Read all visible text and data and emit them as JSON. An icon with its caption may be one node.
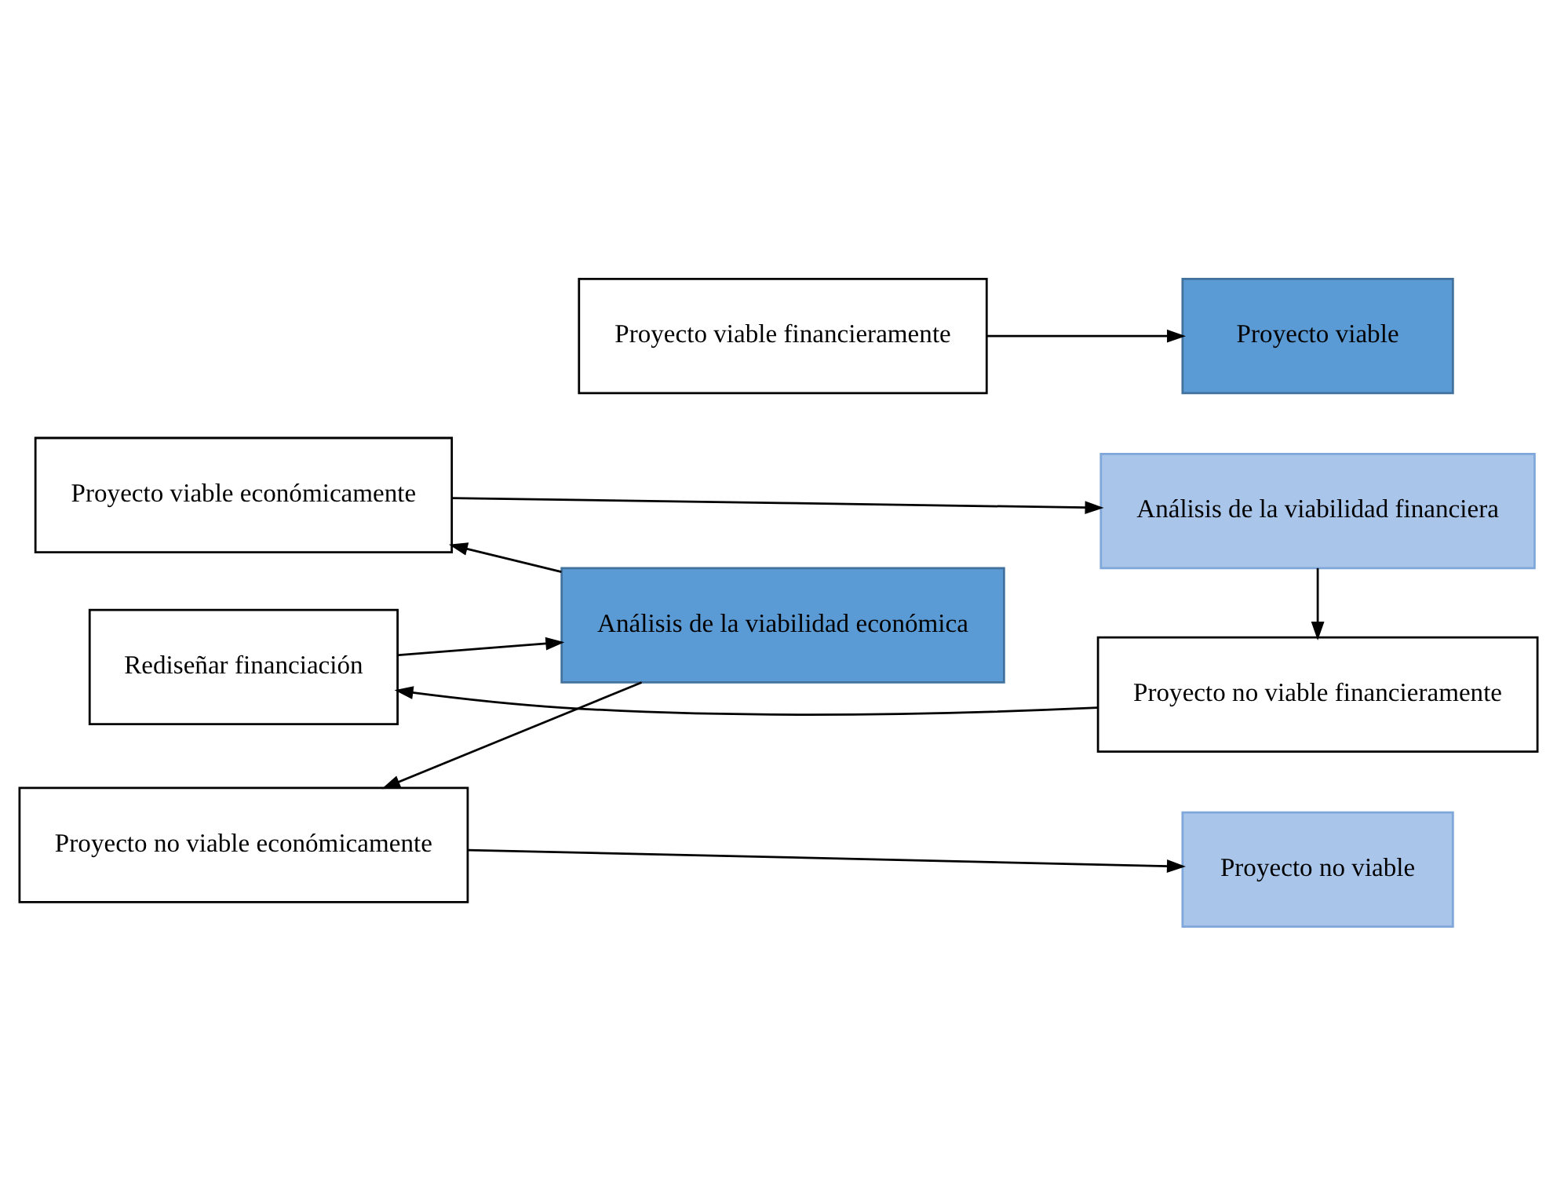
{
  "diagram": {
    "nodes": [
      {
        "text": [
          "Rediseñar financiación"
        ]
      },
      {
        "text": [
          "Proyecto no viable financieramente"
        ]
      },
      {
        "text": [
          "Análisis de la viabilidad económica"
        ]
      },
      {
        "text": [
          "Proyecto viable económicamente"
        ]
      },
      {
        "text": [
          "Análisis de la viabilidad financiera"
        ]
      },
      {
        "text": [
          "Proyecto viable financieramente"
        ]
      },
      {
        "text": [
          "Proyecto viable"
        ]
      },
      {
        "text": [
          "Proyecto no viable económicamente"
        ]
      },
      {
        "text": [
          "Proyecto no viable"
        ]
      }
    ],
    "edges": [
      {
        "from": 1,
        "to": 0,
        "arrow": "to"
      },
      {
        "from": 0,
        "to": 2,
        "arrow": "to"
      },
      {
        "from": 2,
        "to": 3,
        "arrow": "to"
      },
      {
        "from": 3,
        "to": 4,
        "arrow": "to"
      },
      {
        "from": 4,
        "to": 1,
        "arrow": "to"
      },
      {
        "from": 5,
        "to": 6,
        "arrow": "to"
      },
      {
        "from": 2,
        "to": 7,
        "arrow": "to"
      },
      {
        "from": 7,
        "to": 8,
        "arrow": "to"
      }
    ]
  }
}
